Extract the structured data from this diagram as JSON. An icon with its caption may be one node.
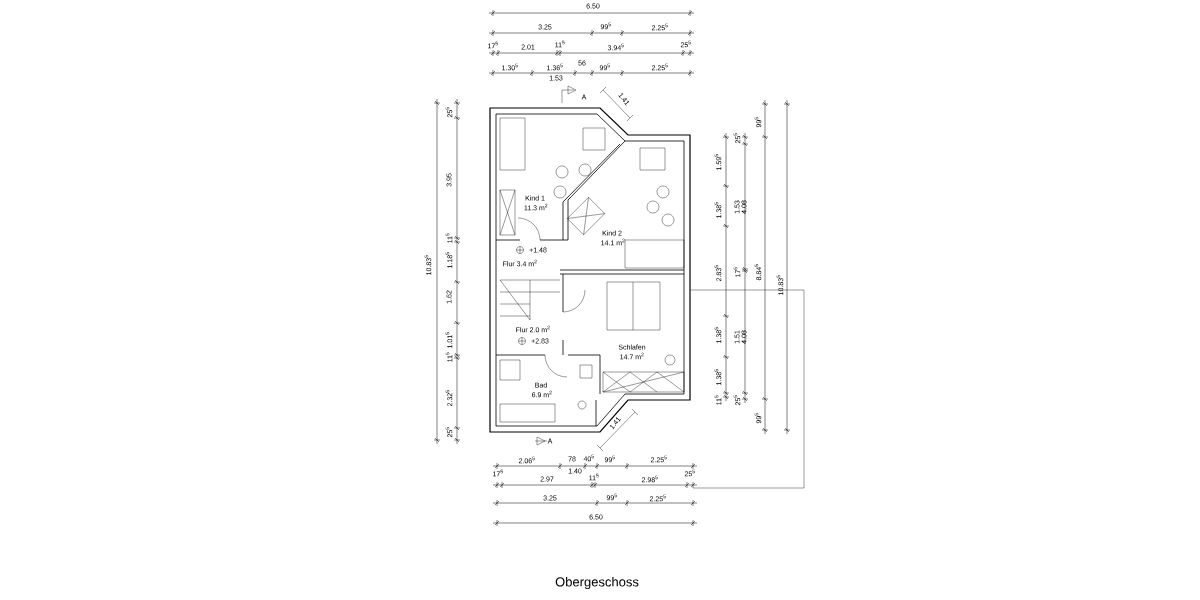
{
  "diagram": {
    "caption": "Obergeschoss",
    "labels": [
      "6.50",
      "3.25",
      "99$^{5}$",
      "2.25$^{5}$",
      "17$^{5}$",
      "2.01",
      "11$^{5}$",
      "3.94$^{5}$",
      "25$^{5}$",
      "1.30$^{5}$",
      "1.36$^{5}$",
      "1.53",
      "56",
      "99$^{5}$",
      "2.25$^{5}$",
      "A",
      "1.41",
      "Kind 1",
      "11.3 m$^{2}$",
      "Kind 2",
      "14.1 m$^{2}$",
      "+1.48",
      "Flur 3.4 m$^{2}$",
      "Flur 2.0 m$^{2}$",
      "+2.83",
      "Schlafen",
      "14.7 m$^{2}$",
      "Bad",
      "6.9 m$^{2}$",
      "1.41",
      "A",
      "10.83$^{5}$",
      "25$^{5}$",
      "3.95",
      "11$^{5}$",
      "1.18$^{5}$",
      "1.62",
      "1.01$^{5}$",
      "11$^{5}$",
      "2.32$^{5}$",
      "25$^{5}$",
      "1.59$^{5}$",
      "1.38$^{5}$",
      "2.83$^{5}$",
      "1.38$^{5}$",
      "1.38$^{5}$",
      "11$^{5}$",
      "25$^{5}$",
      "1.53",
      "4.08",
      "17$^{5}$",
      "1.51",
      "4.08",
      "25$^{5}$",
      "99$^{5}$",
      "8.84$^{5}$",
      "99$^{5}$",
      "10.83$^{5}$",
      "2.06$^{5}$",
      "78",
      "40$^{5}$",
      "99$^{5}$",
      "2.25$^{5}$",
      "1.40",
      "17$^{5}$",
      "2.97",
      "11$^{5}$",
      "2.98$^{5}$",
      "25$^{5}$",
      "3.25",
      "99$^{5}$",
      "2.25$^{5}$",
      "6.50"
    ]
  }
}
